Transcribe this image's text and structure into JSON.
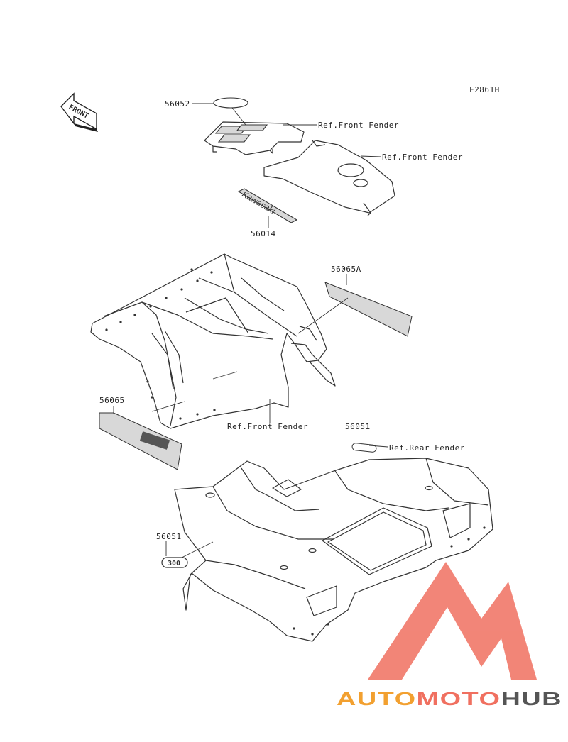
{
  "figure_code": "F2861H",
  "front_arrow_text": "FRONT",
  "labels": {
    "part_56052": "56052",
    "ref_front_fender_1": "Ref.Front Fender",
    "ref_front_fender_2": "Ref.Front Fender",
    "decal_kawasaki_text": "Kawasaki",
    "part_56014": "56014",
    "part_56065a": "56065A",
    "part_56065": "56065",
    "ref_front_fender_3": "Ref.Front Fender",
    "part_56051_top": "56051",
    "ref_rear_fender": "Ref.Rear Fender",
    "part_56051_left": "56051",
    "badge_300": "300"
  },
  "watermark": {
    "part1": "AUTO",
    "part2": "MOTO",
    "part3": "HUB",
    "colors": {
      "auto": "#f2a030",
      "moto": "#f07060",
      "hub": "#555555",
      "logo": "#f07060"
    }
  }
}
